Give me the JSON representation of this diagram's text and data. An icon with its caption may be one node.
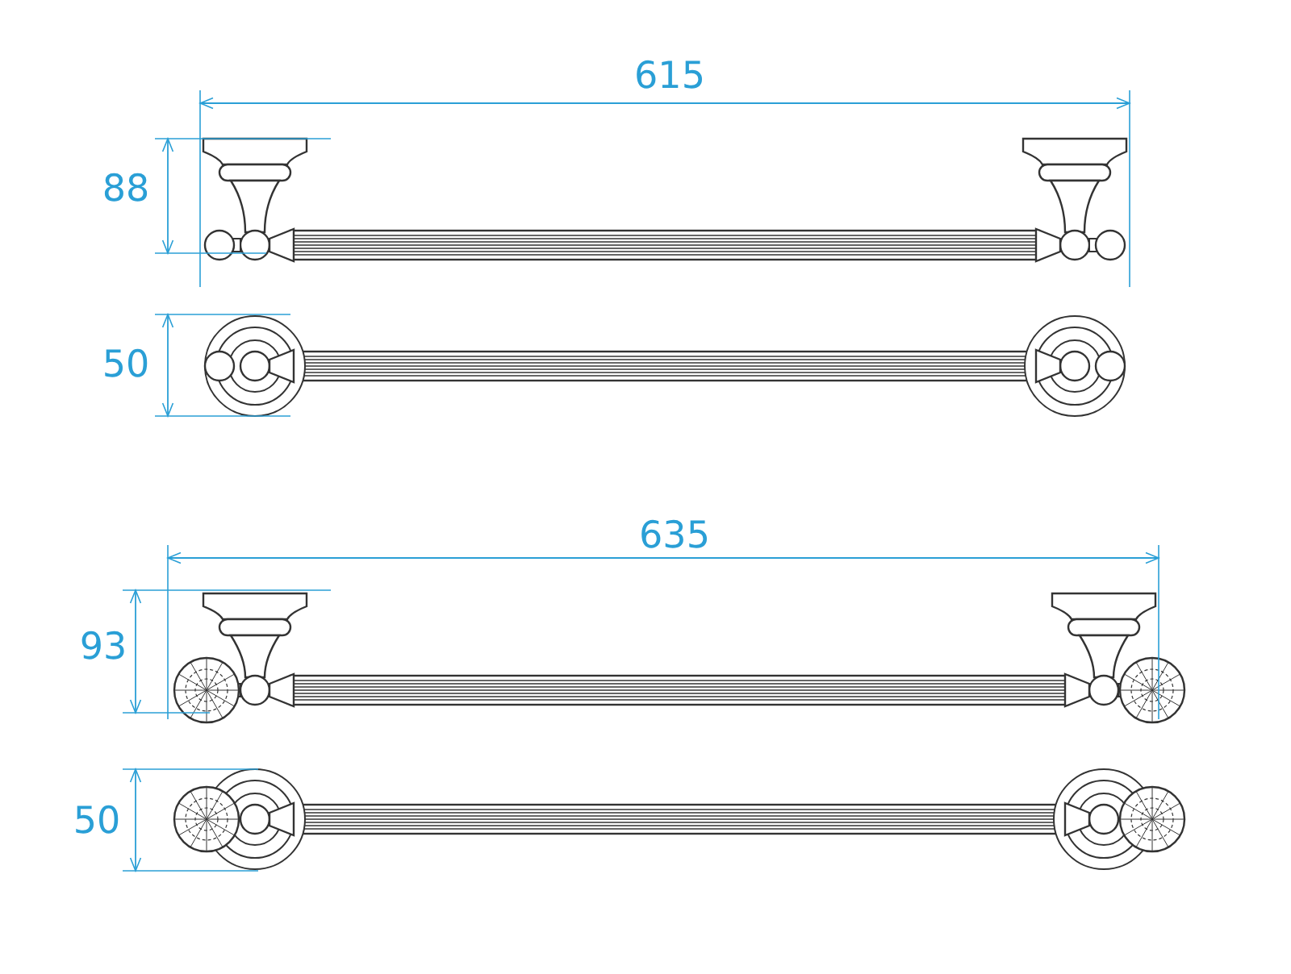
{
  "diagram": {
    "labels": [
      "615",
      "88",
      "50",
      "635",
      "93",
      "50"
    ]
  }
}
